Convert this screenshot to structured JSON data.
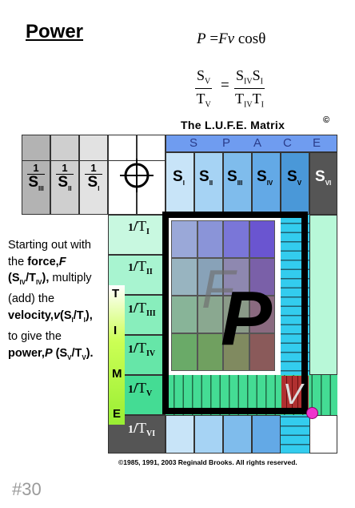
{
  "title": "Power",
  "equation": {
    "lhs": "P",
    "eq": "=",
    "rhs_var": "Fv",
    "rhs_func": "cosθ"
  },
  "ratio": {
    "lhs_num": "S",
    "lhs_num_sub": "V",
    "lhs_den": "T",
    "lhs_den_sub": "V",
    "eq": "=",
    "rhs_num_1": "S",
    "rhs_num_1_sub": "IV",
    "rhs_num_2": "S",
    "rhs_num_2_sub": "I",
    "rhs_den_1": "T",
    "rhs_den_1_sub": "IV",
    "rhs_den_2": "T",
    "rhs_den_2_sub": "I"
  },
  "matrix_title": "The L.U.F.E. Matrix",
  "copyright_symbol": "©",
  "space_letters": [
    "S",
    "P",
    "A",
    "C",
    "E"
  ],
  "time_letters": [
    "T",
    "I",
    "M",
    "E"
  ],
  "inverse_space": [
    {
      "num": "1",
      "base": "S",
      "sub": "III"
    },
    {
      "num": "1",
      "base": "S",
      "sub": "II"
    },
    {
      "num": "1",
      "base": "S",
      "sub": "I"
    }
  ],
  "space_cells": [
    {
      "base": "S",
      "sub": "I"
    },
    {
      "base": "S",
      "sub": "II"
    },
    {
      "base": "S",
      "sub": "III"
    },
    {
      "base": "S",
      "sub": "IV"
    },
    {
      "base": "S",
      "sub": "V"
    },
    {
      "base": "S",
      "sub": "VI"
    }
  ],
  "time_cells": [
    {
      "num": "1",
      "base": "T",
      "sub": "I"
    },
    {
      "num": "1",
      "base": "T",
      "sub": "II"
    },
    {
      "num": "1",
      "base": "T",
      "sub": "III"
    },
    {
      "num": "1",
      "base": "T",
      "sub": "IV"
    },
    {
      "num": "1",
      "base": "T",
      "sub": "V"
    },
    {
      "num": "1",
      "base": "T",
      "sub": "VI"
    }
  ],
  "overlay_letters": {
    "force": "F",
    "power": "P",
    "velocity": "V"
  },
  "description": {
    "line1": "Starting out with the ",
    "force_label": "force,",
    "force_var": "F",
    "force_ratio": "(S",
    "force_ratio_sub1": "IV",
    "force_ratio_mid": "/T",
    "force_ratio_sub2": "IV",
    "force_ratio_end": "),",
    "line2": " multiply (add) the ",
    "vel_label": "velocity,",
    "vel_var": "v",
    "vel_ratio": "(S",
    "vel_ratio_sub1": "I",
    "vel_ratio_mid": "/T",
    "vel_ratio_sub2": "I",
    "vel_ratio_end": "),",
    "line3": " to give the ",
    "power_label": "power,",
    "power_var": "P",
    "power_ratio": "(S",
    "power_ratio_sub1": "V",
    "power_ratio_mid": "/T",
    "power_ratio_sub2": "V",
    "power_ratio_end": ")."
  },
  "footer": "©1985, 1991, 2003 Reginald Brooks. All rights reserved.",
  "slide_number": "#30",
  "colors": {
    "space_bar": "#6f9cf0",
    "time_bar": "#ccff55",
    "cyan_col": "#33ccee",
    "green_col": "#44dd99",
    "dark_grey": "#555555",
    "frame": "#000000"
  }
}
